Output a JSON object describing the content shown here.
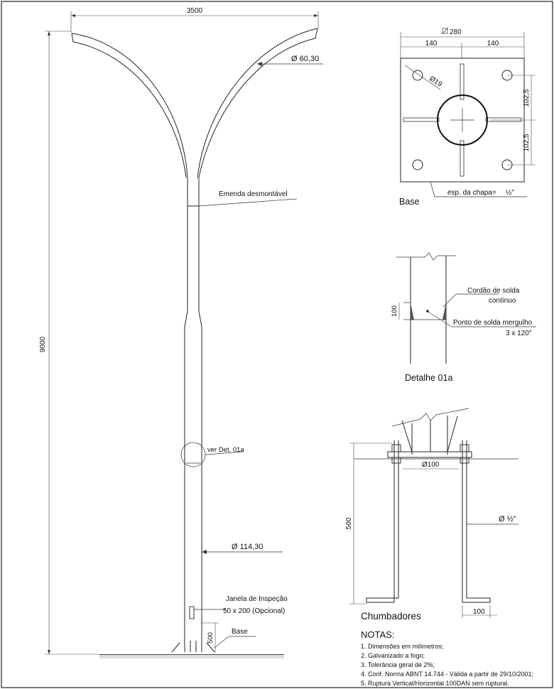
{
  "pole": {
    "dim_width": "3500",
    "dim_height": "9000",
    "arm_diameter": "Ø 60,30",
    "splice_label": "Emenda desmontável",
    "detail_ref": "ver Det. 01a",
    "shaft_diameter": "Ø 114,30",
    "window_label_1": "Janela de Inspeção",
    "window_label_2": "50 x 200  (Opcional)",
    "base_height": "500",
    "base_label": "Base"
  },
  "base_plate": {
    "title": "Base",
    "overall": "280",
    "half_left": "140",
    "half_right": "140",
    "hole_diameter": "Ø19",
    "v_upper": "102,5",
    "v_lower": "102,5",
    "thickness_label": "esp. da chapa=",
    "thickness_value": "½\""
  },
  "detail": {
    "title": "Detalhe 01a",
    "weld_label_1": "Cordão de solda",
    "weld_label_2": "contínuo",
    "plug_label_1": "Ponto de solda mergulho",
    "plug_label_2": "3 x 120°",
    "height": "100"
  },
  "anchors": {
    "title": "Chumbadores",
    "length": "500",
    "center_diameter": "Ø100",
    "bolt_diameter": "Ø ½\"",
    "hook": "100"
  },
  "notes": {
    "title": "NOTAS:",
    "items": [
      "1. Dimensões em milímetros;",
      "2. Galvanizado a fogo;",
      "3. Tolerância geral de 2%;",
      "4. Conf. Norma ABNT 14.744 - Válida a partir de 29/10/2001;",
      "5. Ruptura Vertical/Horizontal 100DAN sem ruptural."
    ]
  }
}
